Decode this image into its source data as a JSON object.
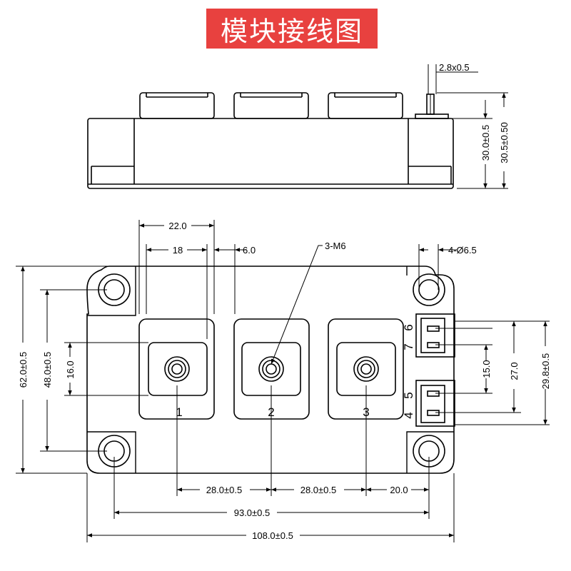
{
  "title": "模块接线图",
  "dims": {
    "pin_size": "2.8x0.5",
    "height_a": "30.0±0.5",
    "height_b": "30.5±0.50",
    "term_width": "22.0",
    "term_inner": "18",
    "term_gap": "6.0",
    "screw": "3-M6",
    "mount_hole": "4-Ø6.5",
    "total_h": "62.0±0.5",
    "hole_pitch_v": "48.0±0.5",
    "term_h": "16.0",
    "aux_15": "15.0",
    "aux_27": "27.0",
    "aux_298": "29.8±0.5",
    "pitch_1": "28.0±0.5",
    "pitch_2": "28.0±0.5",
    "pitch_3": "20.0",
    "hole_pitch_h": "93.0±0.5",
    "total_w": "108.0±0.5"
  },
  "terminals": [
    "1",
    "2",
    "3"
  ],
  "aux_pins": [
    "6",
    "7",
    "5",
    "4"
  ]
}
